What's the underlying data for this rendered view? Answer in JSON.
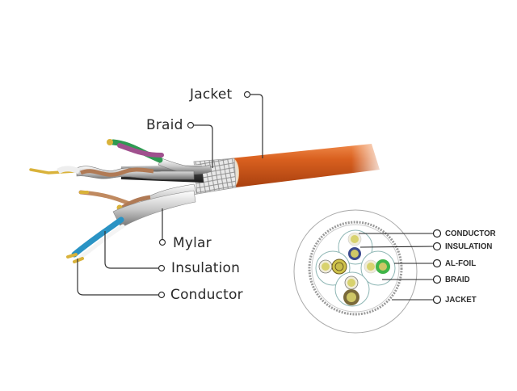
{
  "diagram": {
    "title": "",
    "side_view": {
      "labels": [
        {
          "id": "jacket",
          "text": "Jacket"
        },
        {
          "id": "braid",
          "text": "Braid"
        },
        {
          "id": "mylar",
          "text": "Mylar"
        },
        {
          "id": "insulation",
          "text": "Insulation"
        },
        {
          "id": "conductor",
          "text": "Conductor"
        }
      ],
      "colors": {
        "jacket": "#d2571c",
        "braid": "#c9c9c9",
        "pair_green": "#2f9a52",
        "pair_purple": "#a0508e",
        "pair_brown": "#b07a55",
        "pair_blue": "#2a93c4",
        "conductor": "#d9b23a",
        "leader_line": "#333333"
      }
    },
    "cross_section": {
      "labels": [
        {
          "id": "conductor",
          "text": "CONDUCTOR"
        },
        {
          "id": "insulation",
          "text": "INSULATION"
        },
        {
          "id": "al_foil",
          "text": "AL-FOIL"
        },
        {
          "id": "braid",
          "text": "BRAID"
        },
        {
          "id": "jacket",
          "text": "JACKET"
        }
      ],
      "pair_count": 4,
      "colors": {
        "conductor_core": "#e3dc7a",
        "insulation_blue": "#3b4a8f",
        "insulation_green": "#3fb548",
        "insulation_brown": "#7a6a3a",
        "foil": "#8fb7b5",
        "braid": "#9a9a9a"
      }
    }
  }
}
